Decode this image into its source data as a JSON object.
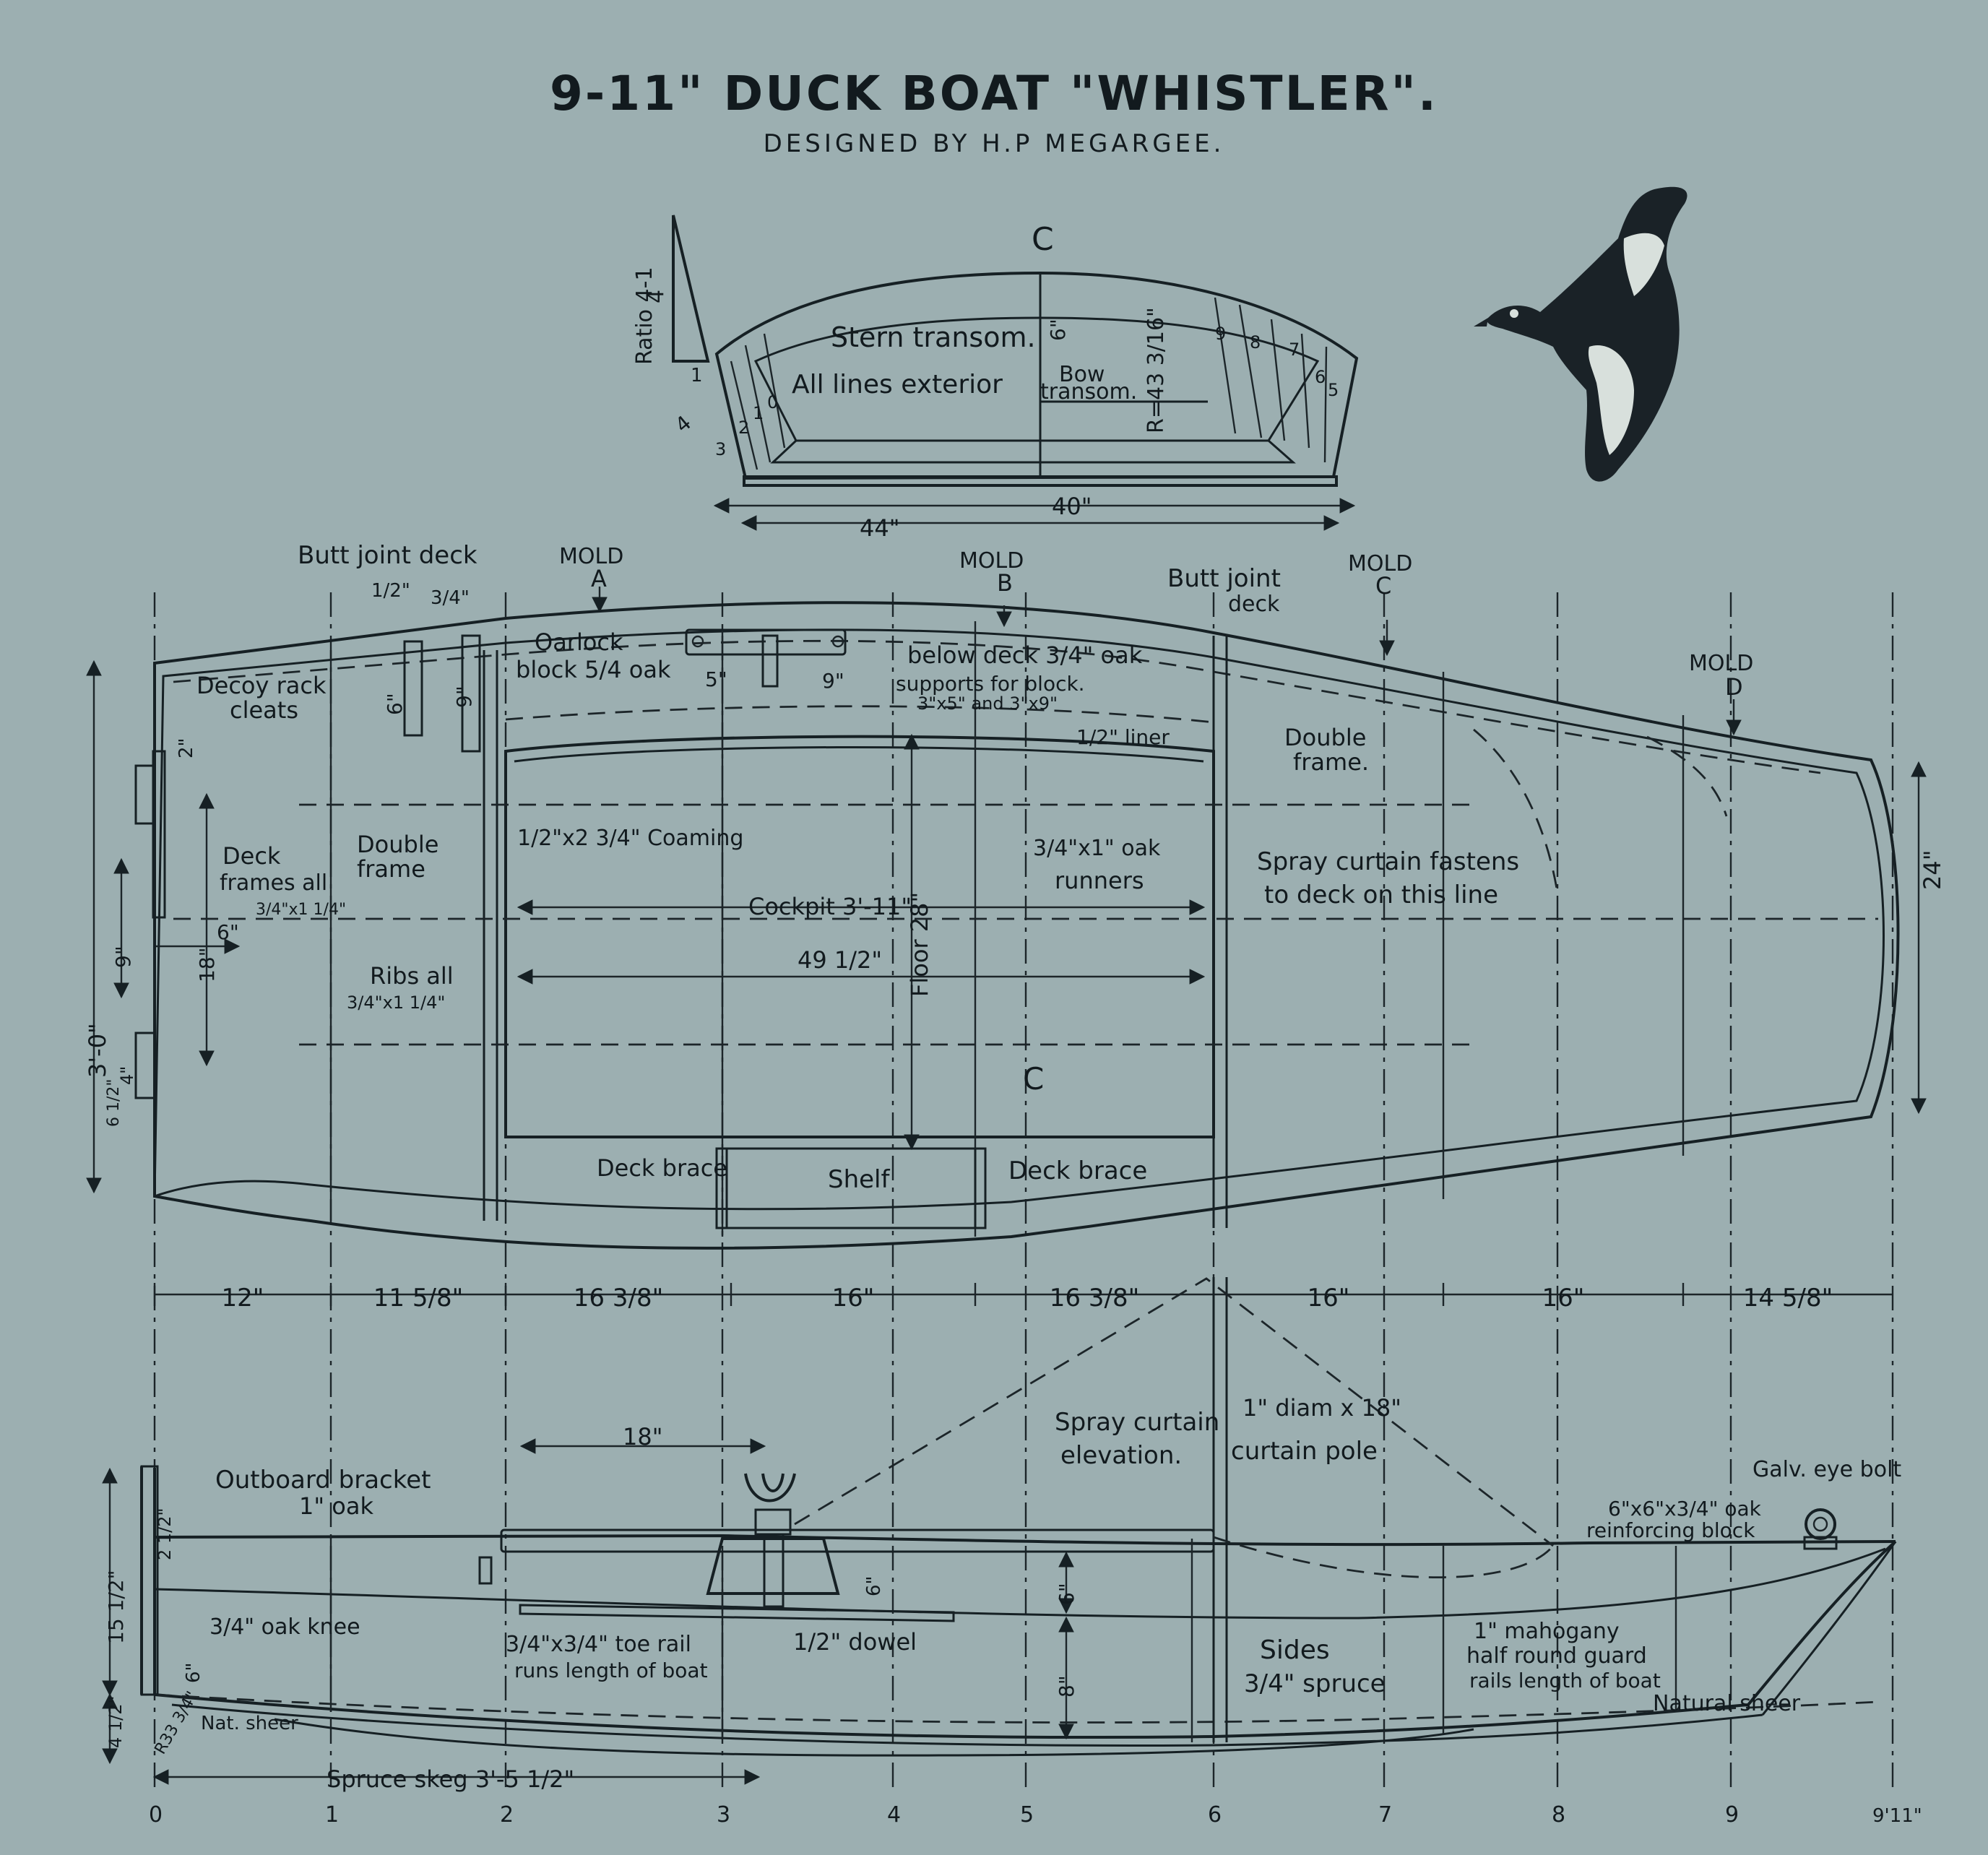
{
  "title": "9-11\" DUCK BOAT \"WHISTLER\".",
  "subtitle": "DESIGNED BY H.P MEGARGEE.",
  "transom": {
    "centerline": "C",
    "ratio_label": "Ratio 4-1",
    "ratio_4_upper": "4",
    "ratio_1": "1",
    "ratio_4_lower": "4",
    "stern_transom": "Stern transom.",
    "all_lines_exterior": "All lines exterior",
    "bow_transom_1": "Bow",
    "bow_transom_2": "transom.",
    "dim_6": "6\"",
    "dim_r": "R=43 3/16\"",
    "dim_44": "44\"",
    "dim_40": "40\"",
    "station_nums_left": [
      "3",
      "2",
      "1",
      "0"
    ],
    "station_nums_right": [
      "9",
      "8",
      "7",
      "6",
      "5"
    ]
  },
  "plan": {
    "butt_joint_deck_left": "Butt joint deck",
    "butt_joint_deck_right_1": "Butt joint",
    "butt_joint_deck_right_2": "deck",
    "mold_a": "MOLD",
    "mold_a_letter": "A",
    "mold_b": "MOLD",
    "mold_b_letter": "B",
    "mold_c": "MOLD",
    "mold_c_letter": "C",
    "mold_d": "MOLD",
    "mold_d_letter": "D",
    "dim_half": "1/2\"",
    "dim_three_quarter": "3/4\"",
    "oarlock_block_1": "Oarlock",
    "oarlock_block_2": "block 5/4 oak",
    "below_deck_1": "below deck 3/4\" oak",
    "below_deck_2": "supports for block.",
    "below_deck_3": "3\"x5\" and 3\"x9\"",
    "dim_5": "5\"",
    "dim_9_oarlock": "9\"",
    "liner": "1/2\" liner",
    "double_frame_right_1": "Double",
    "double_frame_right_2": "frame.",
    "decoy_rack_1": "Decoy rack",
    "decoy_rack_2": "cleats",
    "dim_6_cleat": "6\"",
    "dim_9_cleat": "9\"",
    "dim_2": "2\"",
    "coaming": "1/2\"x2 3/4\" Coaming",
    "deck_frames_1": "Deck",
    "deck_frames_2": "frames all",
    "deck_frames_3": "3/4\"x1 1/4\"",
    "double_frame_left_1": "Double",
    "double_frame_left_2": "frame",
    "oak_runners_1": "3/4\"x1\" oak",
    "oak_runners_2": "runners",
    "spray_curtain_1": "Spray curtain fastens",
    "spray_curtain_2": "to deck on this line",
    "cockpit": "Cockpit 3'-11\"",
    "floor": "Floor 28\"",
    "dim_49": "49 1/2\"",
    "dim_6_frames": "6\"",
    "dim_18_plan": "18\"",
    "dim_9_plan": "9\"",
    "ribs_1": "Ribs all",
    "ribs_2": "3/4\"x1 1/4\"",
    "dim_3_0": "3'-0\"",
    "dim_4": "4\"",
    "dim_6_half": "6 1/2\"",
    "dim_24": "24\"",
    "centerline": "C",
    "deck_brace_left": "Deck brace",
    "shelf": "Shelf",
    "deck_brace_right": "Deck brace"
  },
  "station_spacing": [
    "12\"",
    "11 5/8\"",
    "16 3/8\"",
    "16\"",
    "16 3/8\"",
    "16\"",
    "16\"",
    "14 5/8\""
  ],
  "elevation": {
    "dim_18": "18\"",
    "spray_curtain_elev_1": "Spray curtain",
    "spray_curtain_elev_2": "elevation.",
    "curtain_pole_1": "1\" diam x 18\"",
    "curtain_pole_2": "curtain pole",
    "galv_eye_bolt": "Galv. eye bolt",
    "reinforcing_1": "6\"x6\"x3/4\" oak",
    "reinforcing_2": "reinforcing block",
    "outboard_1": "Outboard bracket",
    "outboard_2": "1\" oak",
    "dim_2_half": "2 1/2\"",
    "dim_15_half": "15 1/2\"",
    "oak_knee": "3/4\" oak knee",
    "dim_6_knee": "6\"",
    "dim_6_rail": "6\"",
    "dim_6_side": "6\"",
    "toe_rail_1": "3/4\"x3/4\" toe rail",
    "toe_rail_2": "runs length of boat",
    "dowel": "1/2\" dowel",
    "sides_1": "Sides",
    "sides_2": "3/4\" spruce",
    "dim_8": "8\"",
    "mahogany_1": "1\" mahogany",
    "mahogany_2": "half round guard",
    "mahogany_3": "rails length of boat",
    "natural_sheer": "Natural sheer",
    "nat_sheer": "Nat. sheer",
    "dim_4_half": "4 1/2\"",
    "dim_r33": "R33 3/4\"",
    "spruce_skeg": "Spruce skeg 3'-5 1/2\""
  },
  "station_numbers": [
    "0",
    "1",
    "2",
    "3",
    "4",
    "5",
    "6",
    "7",
    "8",
    "9",
    "9'11\""
  ]
}
